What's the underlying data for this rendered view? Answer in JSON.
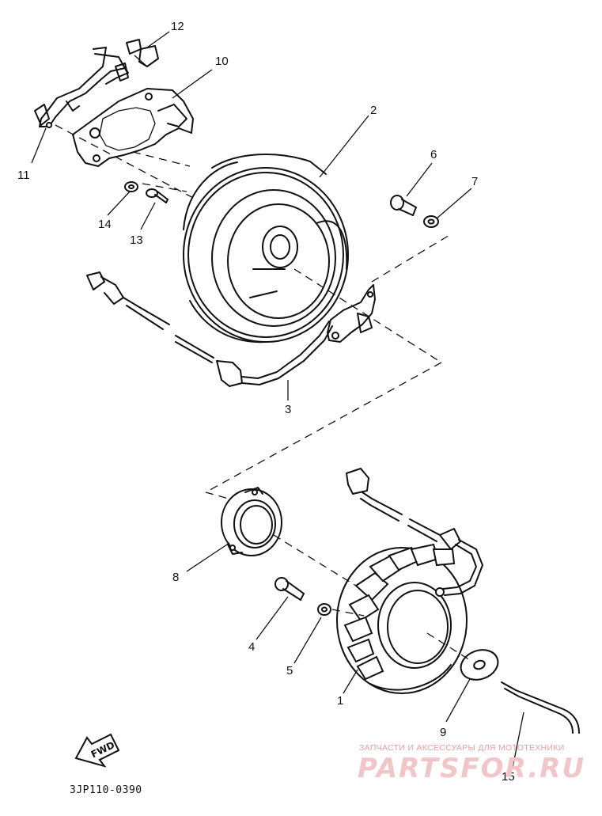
{
  "diagram": {
    "callouts": {
      "p1": "1",
      "p2": "2",
      "p3": "3",
      "p4": "4",
      "p5": "5",
      "p6": "6",
      "p7": "7",
      "p8": "8",
      "p9": "9",
      "p10": "10",
      "p11": "11",
      "p12": "12",
      "p13": "13",
      "p14": "14",
      "p15": "15"
    },
    "fwd_label": "FWD",
    "part_code": "3JP110-0390"
  },
  "watermark": {
    "caption": "ЗАПЧАСТИ И АКСЕССУАРЫ ДЛЯ МОТОТЕХНИКИ",
    "brand": "PARTSFOR.RU",
    "color": "#e6a0a4"
  }
}
